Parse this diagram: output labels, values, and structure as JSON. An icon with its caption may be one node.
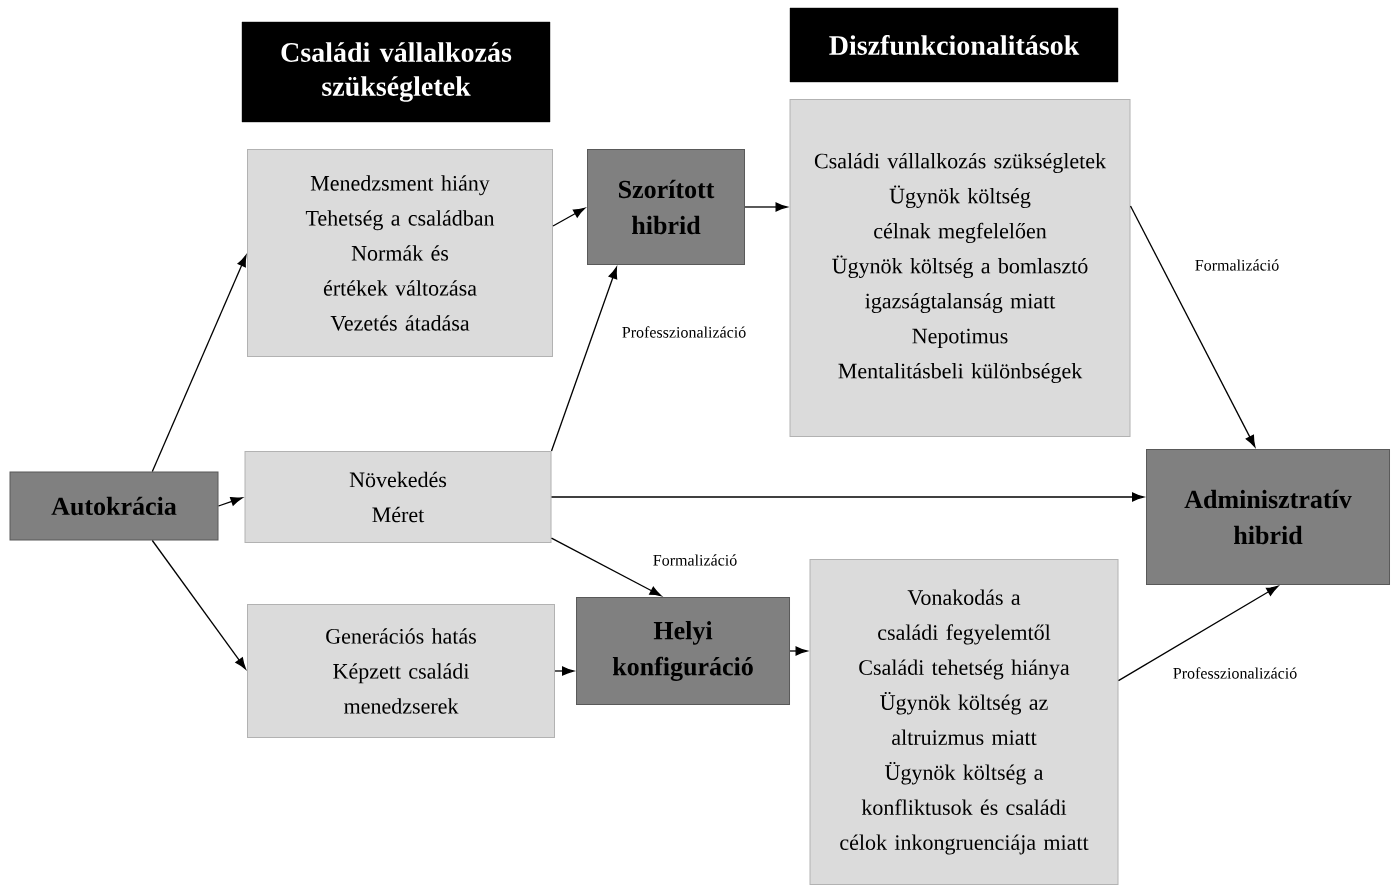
{
  "diagram": {
    "nodes": [
      {
        "text": [
          "Családi vállalkozás szükségletek"
        ]
      },
      {
        "text": [
          "Diszfunkcionalitások"
        ]
      },
      {
        "text": [
          "Menedzsment hiány",
          "Tehetség a családban",
          "Normák és értékek változása",
          "Vezetés átadása"
        ]
      },
      {
        "text": [
          "Szorított hibrid"
        ]
      },
      {
        "text": [
          "Családi vállalkozás szükségletek",
          "Ügynök költség célnak megfelelően",
          "Ügynök költség a bomlasztó igazságtalanság miatt",
          "Nepotimus",
          "Mentalitásbeli különbségek"
        ]
      },
      {
        "text": [
          "Autokrácia"
        ]
      },
      {
        "text": [
          "Növekedés",
          "Méret"
        ]
      },
      {
        "text": [
          "Adminisztratív hibrid"
        ]
      },
      {
        "text": [
          "Generációs hatás",
          "Képzett családi menedzserek"
        ]
      },
      {
        "text": [
          "Helyi konfiguráció"
        ]
      },
      {
        "text": [
          "Vonakodás a családi fegyelemtől",
          "Családi tehetség hiánya",
          "Ügynök költség az altruizmus miatt",
          "Ügynök költség a konfliktusok és családi célok inkongruenciája miatt"
        ]
      }
    ],
    "edges": [
      {
        "from": 5,
        "to": 2,
        "arrow": "to"
      },
      {
        "from": 5,
        "to": 6,
        "arrow": "to"
      },
      {
        "from": 5,
        "to": 8,
        "arrow": "to"
      },
      {
        "from": 2,
        "to": 3,
        "arrow": "to"
      },
      {
        "from": 6,
        "to": 3,
        "arrow": "to",
        "label": "Professzionalizáció"
      },
      {
        "from": 3,
        "to": 4,
        "arrow": "to"
      },
      {
        "from": 4,
        "to": 7,
        "arrow": "to",
        "label": "Formalizáció"
      },
      {
        "from": 6,
        "to": 7,
        "arrow": "to"
      },
      {
        "from": 6,
        "to": 9,
        "arrow": "to",
        "label": "Formalizáció"
      },
      {
        "from": 8,
        "to": 9,
        "arrow": "to"
      },
      {
        "from": 9,
        "to": 10,
        "arrow": "to"
      },
      {
        "from": 10,
        "to": 7,
        "arrow": "to",
        "label": "Professzionalizáció"
      }
    ]
  }
}
